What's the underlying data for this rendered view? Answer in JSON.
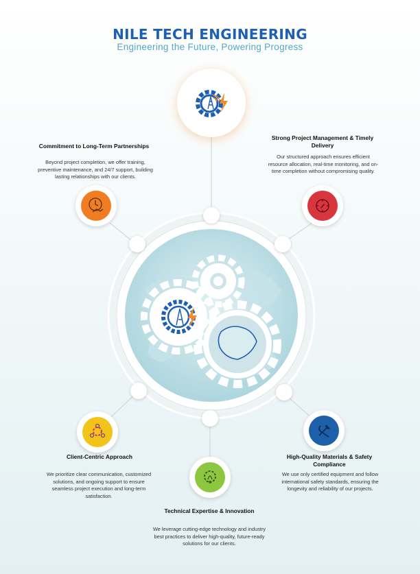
{
  "header": {
    "title": "NILE TECH ENGINEERING",
    "subtitle": "Engineering the Future, Powering Progress"
  },
  "colors": {
    "brand_blue": "#1e5fb4",
    "accent_orange": "#f28c28",
    "partnership": "#f07d22",
    "management": "#d9353f",
    "client": "#f2c318",
    "technical": "#8dc63f",
    "quality": "#1d5fa8"
  },
  "features": {
    "partnerships": {
      "title": "Commitment to Long-Term Partnerships",
      "description": "Beyond project completion, we offer training, preventive maintenance, and 24/7 support, building lasting relationships with our clients.",
      "icon": "clock-handshake-icon"
    },
    "management": {
      "title": "Strong Project Management & Timely Delivery",
      "description": "Our structured approach ensures efficient resource allocation, real-time monitoring, and on-time completion without compromising quality.",
      "icon": "compass-icon"
    },
    "client": {
      "title": "Client-Centric Approach",
      "description": "We prioritize clear communication, customized solutions, and ongoing support to ensure seamless project execution and long-term satisfaction.",
      "icon": "people-gear-icon"
    },
    "technical": {
      "title": "Technical Expertise & Innovation",
      "description": "We leverage cutting-edge technology and industry best practices to deliver high-quality, future-ready solutions for our clients.",
      "icon": "gear-lightbulb-icon"
    },
    "quality": {
      "title": "High-Quality Materials & Safety Compliance",
      "description": "We use only certified equipment and follow international safety standards, ensuring the longevity and reliability of our projects.",
      "icon": "safety-tools-icon"
    }
  }
}
